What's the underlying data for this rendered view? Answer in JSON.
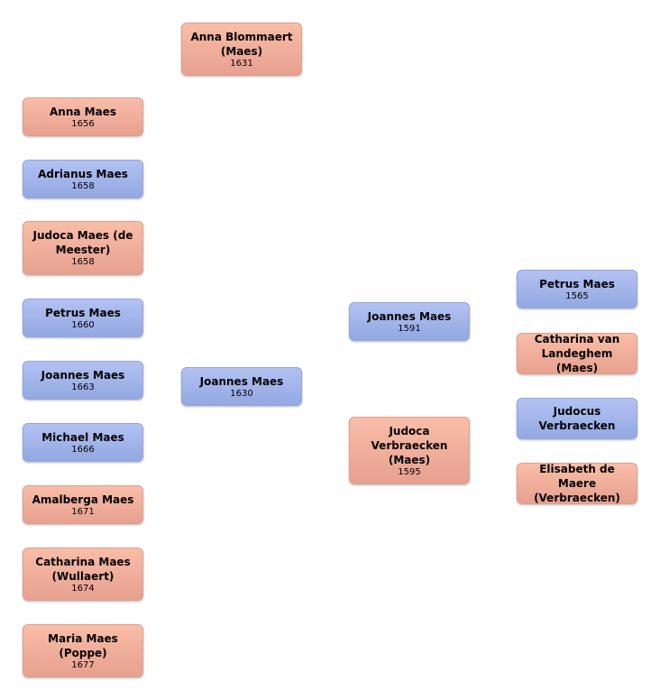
{
  "people": {
    "anna_blommaert": {
      "name": "Anna Blommaert\n(Maes)",
      "year": "1631",
      "sex": "female"
    },
    "anna_maes": {
      "name": "Anna Maes",
      "year": "1656",
      "sex": "female"
    },
    "adrianus_maes": {
      "name": "Adrianus Maes",
      "year": "1658",
      "sex": "male"
    },
    "judoca_maes": {
      "name": "Judoca Maes (de\nMeester)",
      "year": "1658",
      "sex": "female"
    },
    "petrus_maes_1660": {
      "name": "Petrus Maes",
      "year": "1660",
      "sex": "male"
    },
    "joannes_maes_1663": {
      "name": "Joannes Maes",
      "year": "1663",
      "sex": "male"
    },
    "michael_maes": {
      "name": "Michael Maes",
      "year": "1666",
      "sex": "male"
    },
    "amalberga_maes": {
      "name": "Amalberga Maes",
      "year": "1671",
      "sex": "female"
    },
    "catharina_maes": {
      "name": "Catharina Maes\n(Wullaert)",
      "year": "1674",
      "sex": "female"
    },
    "maria_maes": {
      "name": "Maria Maes\n(Poppe)",
      "year": "1677",
      "sex": "female"
    },
    "joannes_maes_1630": {
      "name": "Joannes Maes",
      "year": "1630",
      "sex": "male"
    },
    "joannes_maes_1591": {
      "name": "Joannes Maes",
      "year": "1591",
      "sex": "male"
    },
    "judoca_verbraecken": {
      "name": "Judoca\nVerbraecken\n(Maes)",
      "year": "1595",
      "sex": "female"
    },
    "petrus_maes_1565": {
      "name": "Petrus Maes",
      "year": "1565",
      "sex": "male"
    },
    "catharina_van_landeghem": {
      "name": "Catharina van\nLandeghem (Maes)",
      "year": "",
      "sex": "female"
    },
    "judocus_verbraecken": {
      "name": "Judocus\nVerbraecken",
      "year": "",
      "sex": "male"
    },
    "elisabeth_de_maere": {
      "name": "Elisabeth de Maere\n(Verbraecken)",
      "year": "",
      "sex": "female"
    }
  },
  "colors": {
    "female_fill": "#f4b09d",
    "male_fill": "#a3b5ea"
  }
}
